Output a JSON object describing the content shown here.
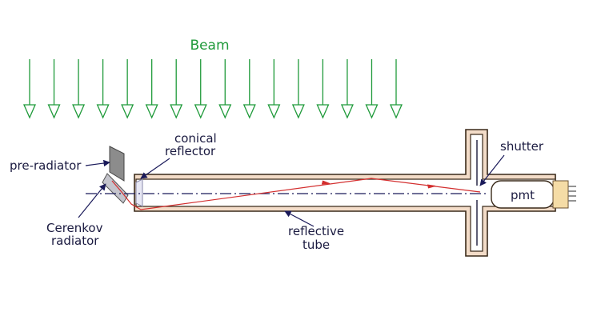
{
  "labels": {
    "beam": "Beam",
    "pre_radiator": "pre-radiator",
    "conical_line1": "conical",
    "conical_line2": "reflector",
    "shutter": "shutter",
    "cerenkov_line1": "Cerenkov",
    "cerenkov_line2": "radiator",
    "reflective_line1": "reflective",
    "reflective_line2": "tube",
    "pmt": "pmt"
  },
  "colors": {
    "beam_arrow": "#1f9a3a",
    "light_ray": "#d32f2f",
    "tube_fill": "#f3dcc8",
    "tube_outline": "#3a2a1a",
    "axis_line": "#1a1a5a",
    "pre_radiator": "#8c8c8c",
    "pmt_base": "#f5dca6",
    "label_text": "#1a1a40"
  },
  "beam_arrow_count": 16
}
